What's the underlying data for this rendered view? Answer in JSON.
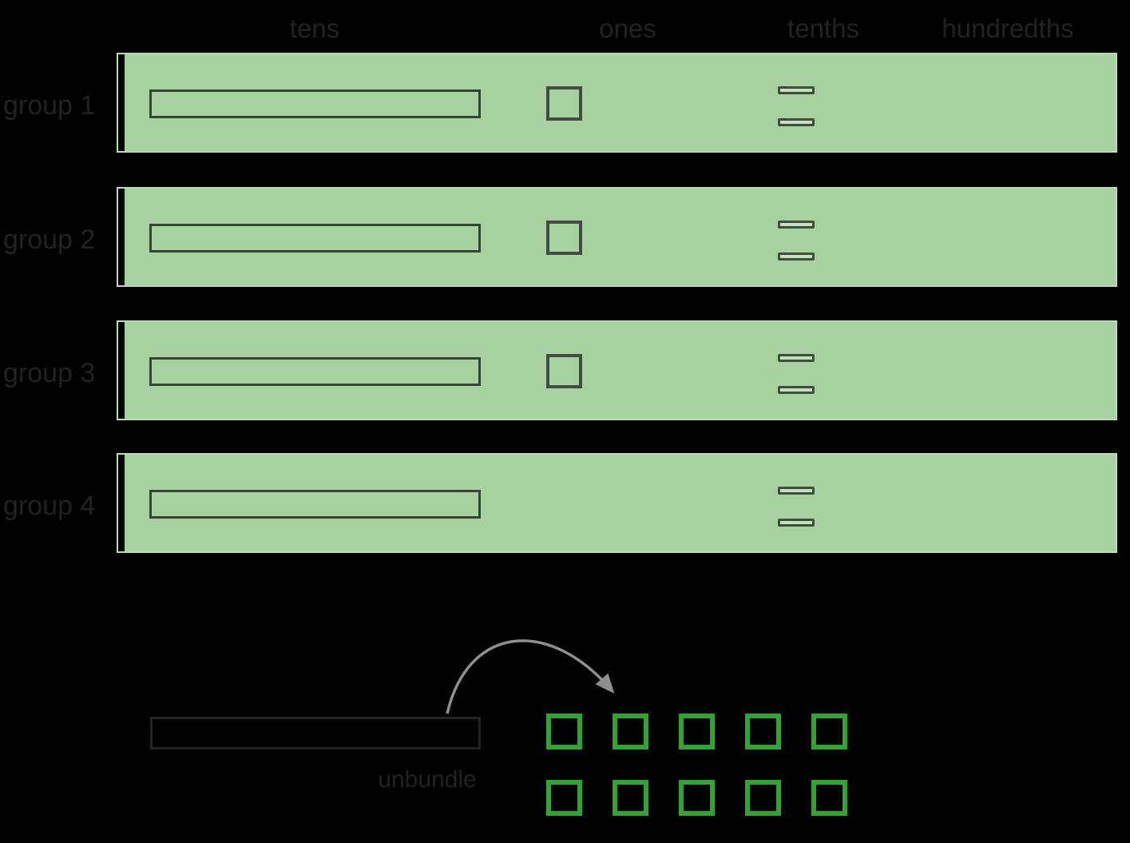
{
  "columns": [
    {
      "label": "tens"
    },
    {
      "label": "ones"
    },
    {
      "label": "tenths"
    },
    {
      "label": "hundredths"
    }
  ],
  "groups": [
    {
      "label": "group 1",
      "tens": 1,
      "ones": 1,
      "tenths": 2,
      "hundredths": 0
    },
    {
      "label": "group 2",
      "tens": 1,
      "ones": 1,
      "tenths": 2,
      "hundredths": 0
    },
    {
      "label": "group 3",
      "tens": 1,
      "ones": 1,
      "tenths": 2,
      "hundredths": 0
    },
    {
      "label": "group 4",
      "tens": 1,
      "ones": 0,
      "tenths": 2,
      "hundredths": 0
    }
  ],
  "unbundle": {
    "label": "unbundle",
    "rod_count": 1,
    "unit_square_count": 10,
    "unit_rows": 2,
    "unit_cols": 5
  },
  "colors": {
    "background": "#000000",
    "mat_fill": "#a8d1a0",
    "mat_outline": "#b9dcb1",
    "piece_outline": "#414b41",
    "rod_outline": "#39423a",
    "tenth_inner": "#c2e2ba",
    "unit_square_green": "#30a630",
    "arrow_gray": "#8f8f8f",
    "text_dark": "#222222",
    "unbundle_rod_outline": "#242424"
  }
}
